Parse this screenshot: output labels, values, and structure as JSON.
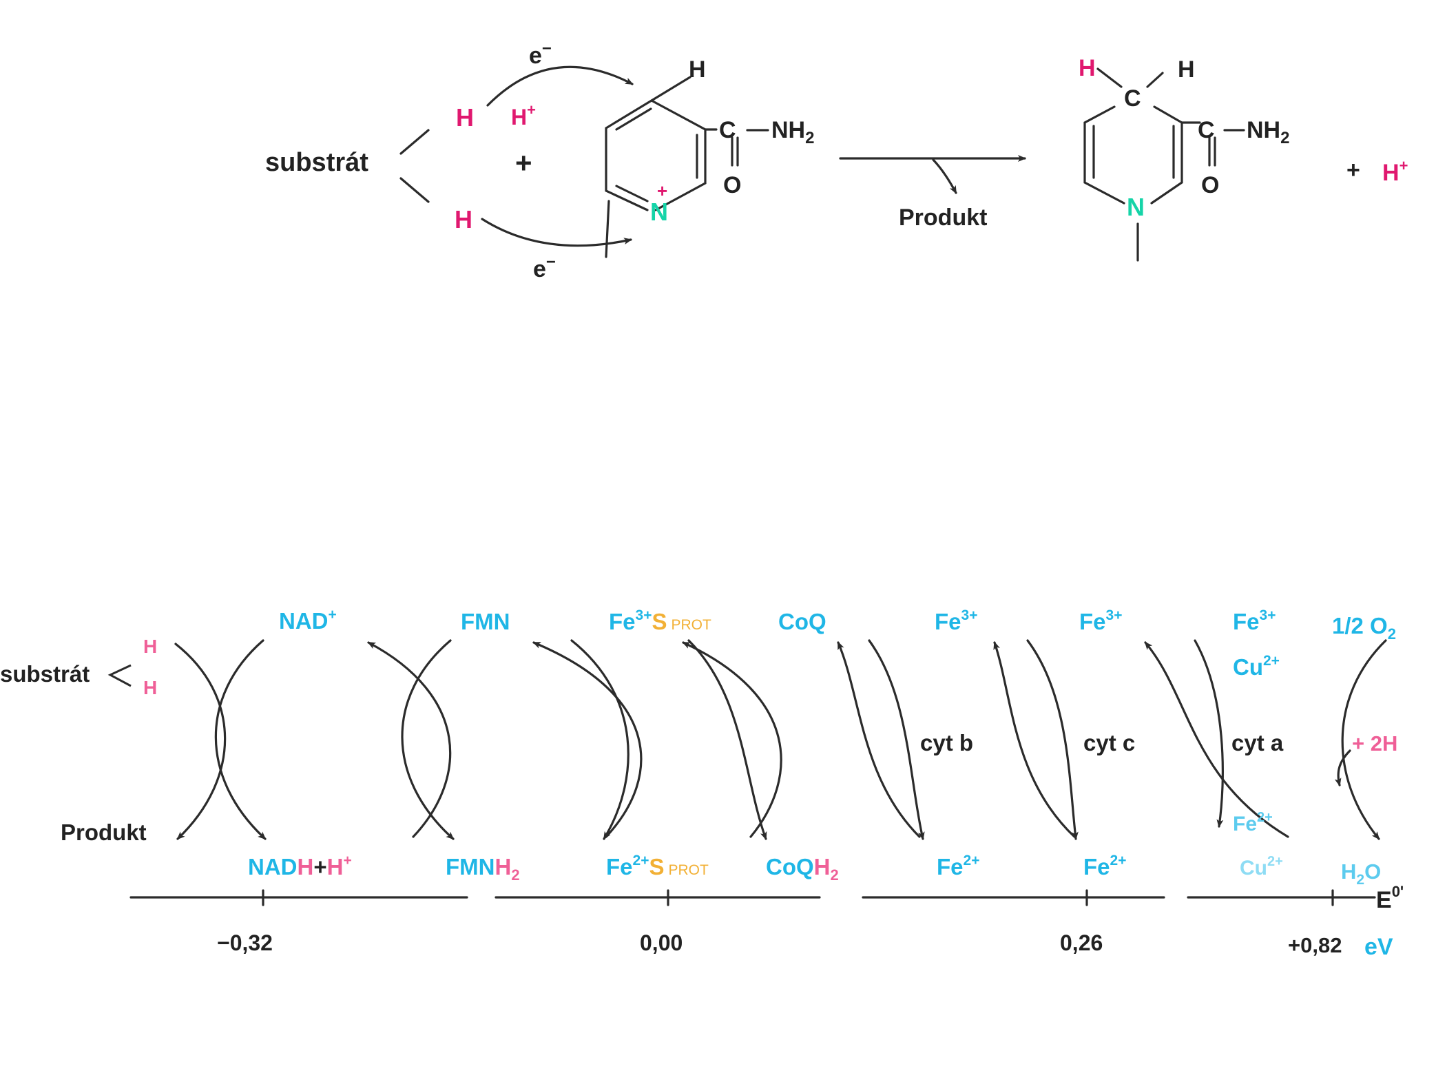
{
  "colors": {
    "black": "#222222",
    "red": "#e0186f",
    "pink": "#ef5f97",
    "cyan": "#1fb6e6",
    "green": "#15d4a8",
    "orange": "#f2b035"
  },
  "top_reaction": {
    "substrate": "substrát",
    "h_top": "H",
    "h_plus": "H",
    "h_plus_sup": "+",
    "plus": "+",
    "h_bottom": "H",
    "electron_top": "e",
    "electron_top_sup": "−",
    "electron_bottom": "e",
    "electron_bottom_sup": "−",
    "ox": {
      "h4": "H",
      "amide_c": "C",
      "amide_nh": "NH",
      "amide_sub": "2",
      "amide_o": "O",
      "ring_n": "N",
      "ring_n_charge": "+"
    },
    "product_label": "Produkt",
    "red": {
      "h4_left": "H",
      "h4_right": "H",
      "c4": "C",
      "amide_c": "C",
      "amide_nh": "NH",
      "amide_sub": "2",
      "amide_o": "O",
      "ring_n": "N"
    },
    "plus2": "+",
    "h_plus_end": "H",
    "h_plus_end_sup": "+"
  },
  "chain": {
    "substrate": "substrát",
    "sub_h_top": "H",
    "sub_h_bottom": "H",
    "product": "Produkt",
    "nad_ox": "NAD",
    "nad_ox_sup": "+",
    "nadh_a": "NAD",
    "nadh_b": "H",
    "nadh_c": "+",
    "nadh_d": "H",
    "nadh_sup": "+",
    "fmn": "FMN",
    "fmnh_a": "FMN",
    "fmnh_b": "H",
    "fmnh_sub": "2",
    "fes_ox_fe": "Fe",
    "fes_ox_sup": "3+",
    "fes_ox_s": "S",
    "fes_ox_prot": "PROT",
    "fes_red_fe": "Fe",
    "fes_red_sup": "2+",
    "fes_red_s": "S",
    "fes_red_prot": "PROT",
    "coq": "CoQ",
    "coqh_a": "CoQ",
    "coqh_b": "H",
    "coqh_sub": "2",
    "cytb_ox": "Fe",
    "cytb_ox_sup": "3+",
    "cytb_label": "cyt  b",
    "cytb_red": "Fe",
    "cytb_red_sup": "2+",
    "cytc_ox": "Fe",
    "cytc_ox_sup": "3+",
    "cytc_label": "cyt  c",
    "cytc_red": "Fe",
    "cytc_red_sup": "2+",
    "cyta_fe_ox": "Fe",
    "cyta_fe_ox_sup": "3+",
    "cyta_cu_ox": "Cu",
    "cyta_cu_ox_sup": "2+",
    "cyta_label": "cyt  a",
    "cyta_fe_red": "Fe",
    "cyta_fe_red_sup": "2+",
    "cyta_cu_red": "Cu",
    "cyta_cu_red_sup": "2+",
    "o2_a": "1/2 O",
    "o2_sub": "2",
    "plus_2h": "+ 2H",
    "h2o_a": "H",
    "h2o_sub": "2",
    "h2o_b": "O"
  },
  "axis": {
    "label": "E",
    "label_sup": "0'",
    "tick_1": "−0,32",
    "tick_2": "0,00",
    "tick_3": "0,26",
    "tick_4": "+0,82",
    "unit": "eV"
  }
}
